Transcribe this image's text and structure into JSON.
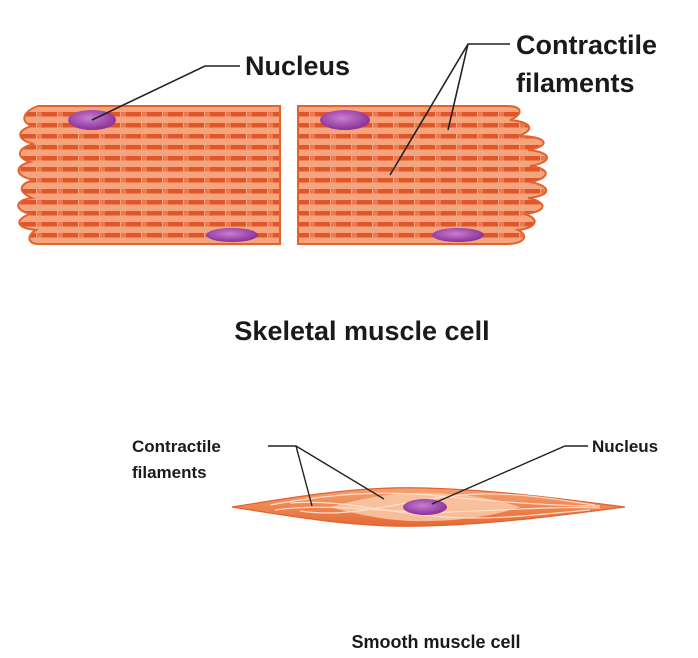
{
  "skeletal": {
    "title": "Skeletal muscle cell",
    "label_nucleus": "Nucleus",
    "label_filaments_line1": "Contractile",
    "label_filaments_line2": "filaments"
  },
  "smooth": {
    "title": "Smooth muscle cell",
    "label_nucleus": "Nucleus",
    "label_filaments_line1": "Contractile",
    "label_filaments_line2": "filaments"
  },
  "colors": {
    "muscle_fill": "#f4a57e",
    "muscle_edge": "#e3632f",
    "striation_dark": "#e0552a",
    "striation_light": "#f7c3a3",
    "nucleus": "#9b3fa6",
    "nucleus_highlight": "#c77fd0",
    "leader_line": "#222222",
    "smooth_fill": "#f08a55",
    "smooth_core": "#f9c9a8"
  }
}
